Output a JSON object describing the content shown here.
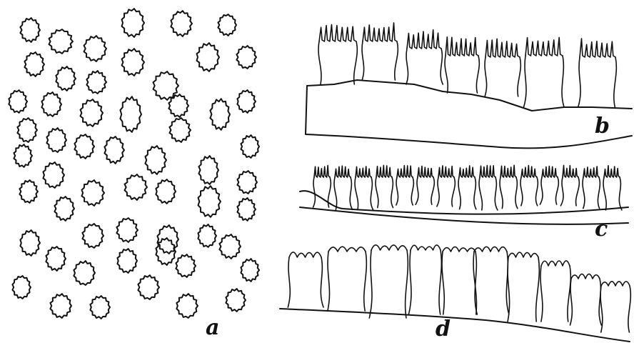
{
  "figure": {
    "panels": [
      {
        "id": "a",
        "label": "a"
      },
      {
        "id": "b",
        "label": "b"
      },
      {
        "id": "c",
        "label": "c"
      },
      {
        "id": "d",
        "label": "d"
      }
    ]
  },
  "colors": {
    "ink": "#111111",
    "background": "#ffffff"
  }
}
